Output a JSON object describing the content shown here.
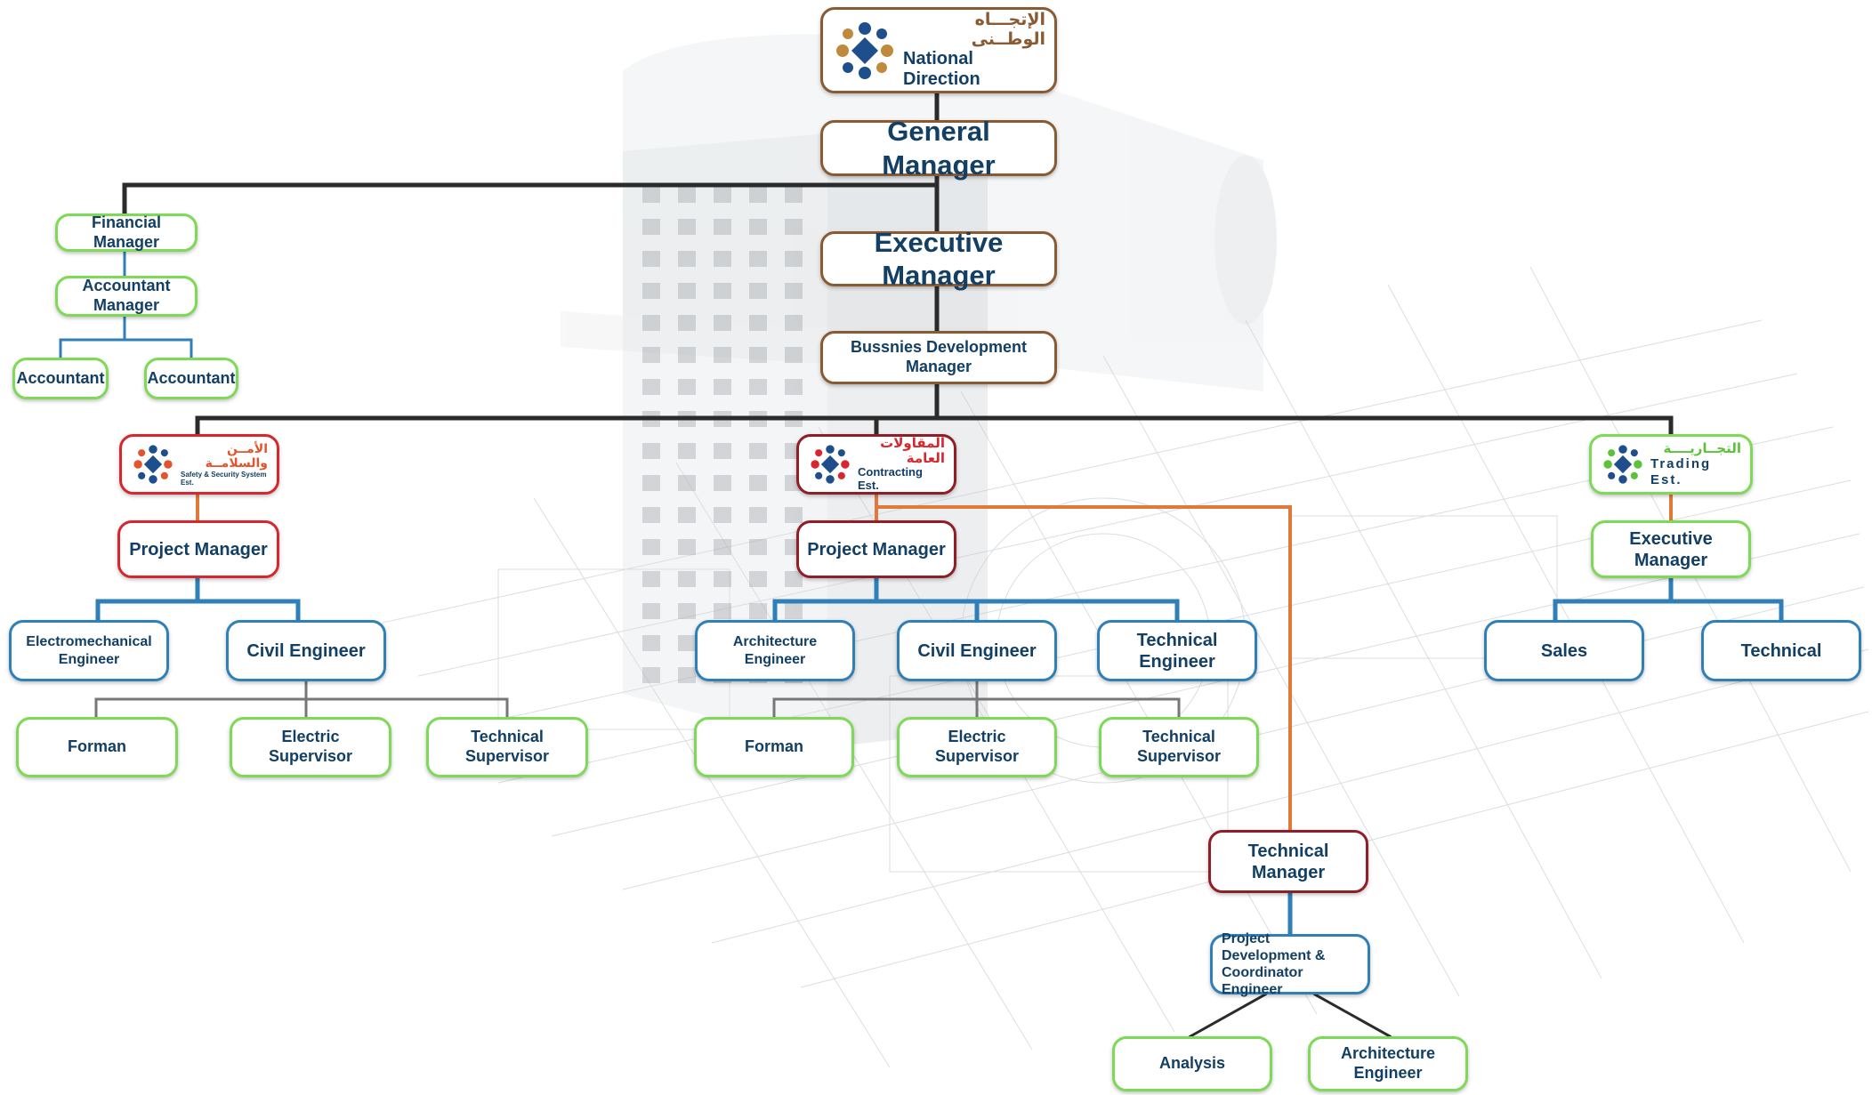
{
  "colors": {
    "brown": "#8a5a32",
    "green": "#7ed957",
    "blue": "#2f7fb8",
    "dark_red": "#8e1e27",
    "orange": "#e07a3a",
    "navy_text": "#123f63",
    "connector_black": "#2b2b2b",
    "connector_gray": "#777777"
  },
  "logos": {
    "national": {
      "arabic": "الإتجـــاه الوطــنى",
      "english": "National Direction"
    },
    "safety": {
      "arabic": "الأمــن والسلامــة",
      "english": "Safety & Security System Est."
    },
    "contracting": {
      "arabic": "المقاولات العامة",
      "english": "Contracting Est."
    },
    "trading": {
      "arabic": "التجــاريــــة",
      "english": "Trading Est."
    }
  },
  "icons": {
    "logo_mark": "people-circle-logo-icon"
  },
  "top": {
    "general_manager": "General Manager",
    "executive_manager": "Executive Manager",
    "business_dev_manager": "Bussnies Development Manager"
  },
  "finance": {
    "financial_manager": "Financial Manager",
    "accountant_manager": "Accountant Manager",
    "accountant_1": "Accountant",
    "accountant_2": "Accountant"
  },
  "safety_branch": {
    "project_manager": "Project Manager",
    "electromechanical_engineer": "Electromechanical Engineer",
    "civil_engineer": "Civil Engineer",
    "forman": "Forman",
    "electric_supervisor": "Electric Supervisor",
    "technical_supervisor": "Technical Supervisor"
  },
  "contracting_branch": {
    "project_manager": "Project Manager",
    "architecture_engineer": "Architecture Engineer",
    "civil_engineer": "Civil Engineer",
    "technical_engineer": "Technical Engineer",
    "forman": "Forman",
    "electric_supervisor": "Electric Supervisor",
    "technical_supervisor": "Technical Supervisor",
    "technical_manager": "Technical Manager",
    "project_dev_line1": "Project Development &",
    "project_dev_line2": "Coordinator Engineer",
    "analysis": "Analysis",
    "architecture_engineer_2": "Architecture Engineer"
  },
  "trading_branch": {
    "executive_manager": "Executive Manager",
    "sales": "Sales",
    "technical": "Technical"
  }
}
